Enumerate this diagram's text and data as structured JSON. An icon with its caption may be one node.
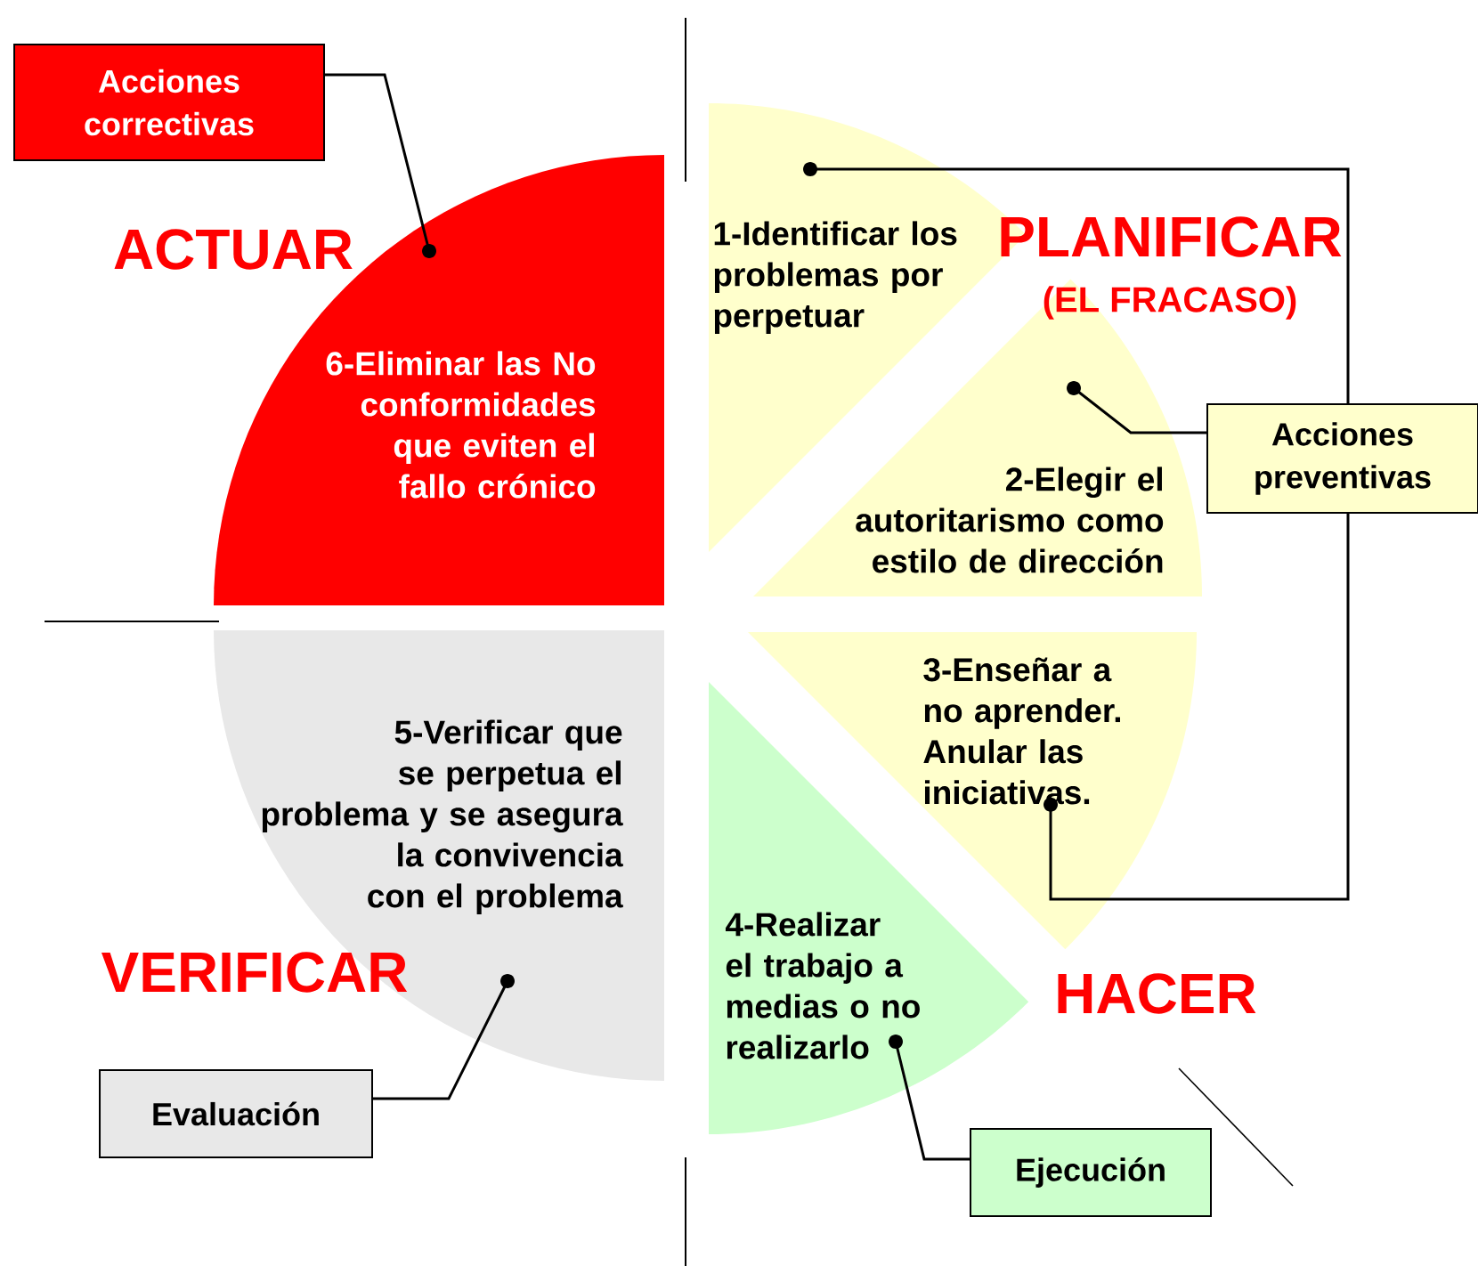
{
  "diagram": {
    "nodes": [
      {
        "text": [
          "6-Eliminar las No conformidades que eviten el fallo crónico"
        ]
      },
      {
        "text": [
          "1-Identificar los problemas por perpetuar"
        ]
      },
      {
        "text": [
          "2-Elegir el autoritarismo  como estilo de dirección"
        ]
      },
      {
        "text": [
          "3-Enseñar a no aprender. Anular las iniciativas."
        ]
      },
      {
        "text": [
          "4-Realizar el trabajo a medias o no realizarlo"
        ]
      },
      {
        "text": [
          "5-Verificar que se perpetua el problema y se asegura la convivencia con  el problema"
        ]
      },
      {
        "text": [
          "Acciones correctivas"
        ]
      },
      {
        "text": [
          "Acciones preventivas"
        ]
      },
      {
        "text": [
          "Evaluación"
        ]
      },
      {
        "text": [
          "Ejecución"
        ]
      }
    ],
    "edges": [
      {
        "from": 6,
        "to": 0,
        "arrow": "other"
      },
      {
        "from": 7,
        "to": 2,
        "arrow": "other"
      },
      {
        "from": 8,
        "to": 5,
        "arrow": "other"
      },
      {
        "from": 9,
        "to": 4,
        "arrow": "other"
      },
      {
        "from": 3,
        "to": 1,
        "arrow": "other"
      }
    ],
    "labels": [
      "ACTUAR",
      "PLANIFICAR",
      "(EL FRACASO)",
      "HACER",
      "VERIFICAR"
    ]
  }
}
